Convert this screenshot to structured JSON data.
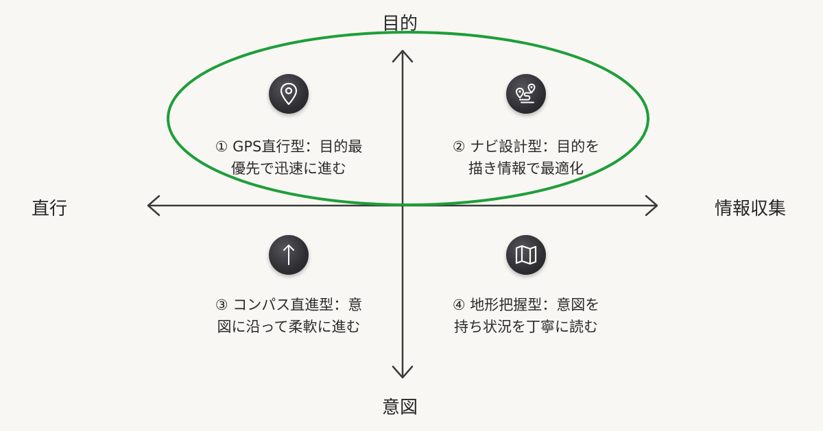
{
  "axes": {
    "top": "目的",
    "bottom": "意図",
    "left": "直行",
    "right": "情報収集"
  },
  "quadrants": [
    {
      "icon": "map-pin-icon",
      "line1": "① GPS直行型：目的最",
      "line2": "優先で迅速に進む"
    },
    {
      "icon": "route-icon",
      "line1": "② ナビ設計型：目的を",
      "line2": "描き情報で最適化"
    },
    {
      "icon": "arrow-up-icon",
      "line1": "③ コンパス直進型：意",
      "line2": "図に沿って柔軟に進む"
    },
    {
      "icon": "folded-map-icon",
      "line1": "④ 地形把握型：意図を",
      "line2": "持ち状況を丁寧に読む"
    }
  ],
  "colors": {
    "background": "#f8f7f3",
    "axis": "#3a3a3a",
    "highlight_ellipse": "#1e9e3a",
    "icon_fill": "#2e2e33"
  }
}
